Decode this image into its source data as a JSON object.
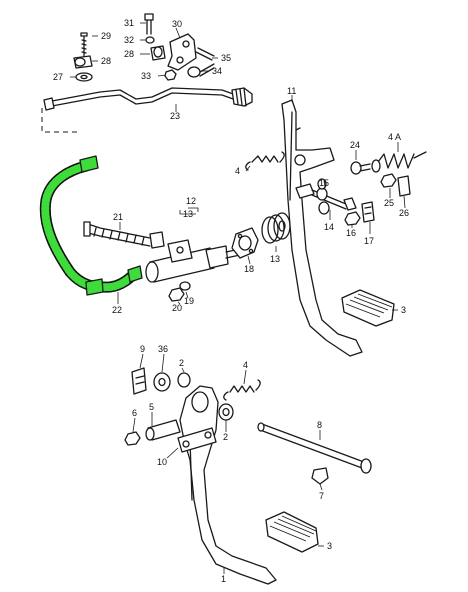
{
  "diagram": {
    "highlight_color": "#3ddc3a",
    "highlighted_part": "22",
    "callouts": {
      "p1": "1",
      "p2a": "2",
      "p2b": "2",
      "p3a": "3",
      "p3b": "3",
      "p4a": "4",
      "p4b": "4",
      "p4A": "4 A",
      "p5": "5",
      "p6": "6",
      "p7": "7",
      "p8": "8",
      "p9": "9",
      "p10": "10",
      "p11": "11",
      "p12": "12",
      "p13a": "13",
      "p13b": "13",
      "p14": "14",
      "p15": "15",
      "p16": "16",
      "p17": "17",
      "p18": "18",
      "p19": "19",
      "p20": "20",
      "p21": "21",
      "p22": "22",
      "p23": "23",
      "p24": "24",
      "p25": "25",
      "p26": "26",
      "p27": "27",
      "p28a": "28",
      "p28b": "28",
      "p29": "29",
      "p30": "30",
      "p31": "31",
      "p32": "32",
      "p33": "33",
      "p34": "34",
      "p35": "35",
      "p36": "36"
    }
  }
}
